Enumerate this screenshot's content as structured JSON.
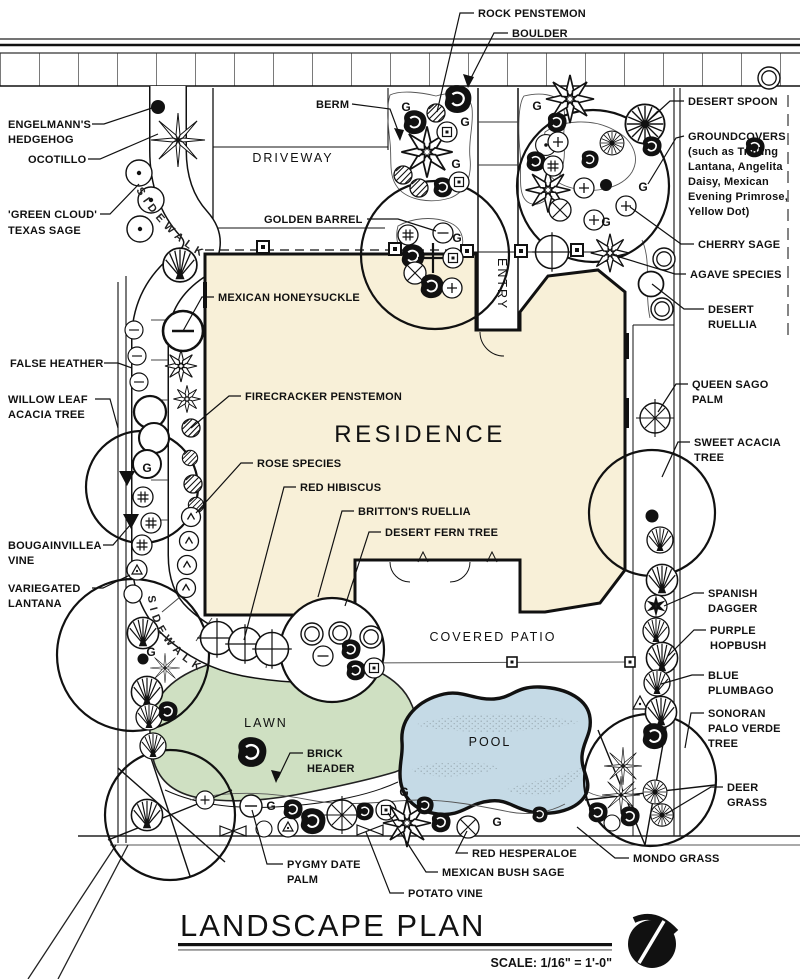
{
  "titleblock": {
    "title": "LANDSCAPE PLAN",
    "scale": "SCALE: 1/16\" = 1'-0\""
  },
  "plan": {
    "areas": {
      "residence": "RESIDENCE",
      "driveway": "DRIVEWAY",
      "entry": "ENTRY",
      "covered_patio": "COVERED PATIO",
      "lawn": "LAWN",
      "pool": "POOL",
      "sidewalk_upper": "SIDEWALK",
      "sidewalk_lower": "SIDEWALK"
    },
    "groundcover_marker": "G",
    "colors": {
      "residence_fill": "#f8f0d8",
      "lawn_fill": "#cfe0c2",
      "pool_fill": "#c5dae6",
      "line": "#111111"
    },
    "labels": [
      {
        "id": "engelmanns-hedgehog",
        "lines": [
          "ENGELMANN'S",
          "HEDGEHOG"
        ]
      },
      {
        "id": "ocotillo",
        "lines": [
          "OCOTILLO"
        ]
      },
      {
        "id": "green-cloud-texas-sage",
        "lines": [
          "'GREEN CLOUD'",
          "TEXAS SAGE"
        ]
      },
      {
        "id": "false-heather",
        "lines": [
          "FALSE HEATHER"
        ]
      },
      {
        "id": "willow-leaf-acacia-tree",
        "lines": [
          "WILLOW LEAF",
          "ACACIA TREE"
        ]
      },
      {
        "id": "bougainvillea-vine",
        "lines": [
          "BOUGAINVILLEA",
          "VINE"
        ]
      },
      {
        "id": "variegated-lantana",
        "lines": [
          "VARIEGATED",
          "LANTANA"
        ]
      },
      {
        "id": "mexican-honeysuckle",
        "lines": [
          "MEXICAN HONEYSUCKLE"
        ]
      },
      {
        "id": "golden-barrel",
        "lines": [
          "GOLDEN BARREL"
        ]
      },
      {
        "id": "berm",
        "lines": [
          "BERM"
        ]
      },
      {
        "id": "rock-penstemon",
        "lines": [
          "ROCK PENSTEMON"
        ]
      },
      {
        "id": "boulder",
        "lines": [
          "BOULDER"
        ]
      },
      {
        "id": "desert-spoon",
        "lines": [
          "DESERT SPOON"
        ]
      },
      {
        "id": "groundcovers",
        "lines": [
          "GROUNDCOVERS",
          "(such as Trailing",
          "Lantana, Angelita",
          "Daisy, Mexican",
          "Evening Primrose,",
          "Yellow Dot)"
        ]
      },
      {
        "id": "cherry-sage",
        "lines": [
          "CHERRY SAGE"
        ]
      },
      {
        "id": "agave-species",
        "lines": [
          "AGAVE SPECIES"
        ]
      },
      {
        "id": "desert-ruellia",
        "lines": [
          "DESERT",
          "RUELLIA"
        ]
      },
      {
        "id": "queen-sago-palm",
        "lines": [
          "QUEEN SAGO",
          "PALM"
        ]
      },
      {
        "id": "sweet-acacia-tree",
        "lines": [
          "SWEET ACACIA",
          "TREE"
        ]
      },
      {
        "id": "spanish-dagger",
        "lines": [
          "SPANISH",
          "DAGGER"
        ]
      },
      {
        "id": "purple-hopbush",
        "lines": [
          "PURPLE",
          "HOPBUSH"
        ]
      },
      {
        "id": "blue-plumbago",
        "lines": [
          "BLUE",
          "PLUMBAGO"
        ]
      },
      {
        "id": "sonoran-palo-verde-tree",
        "lines": [
          "SONORAN",
          "PALO VERDE",
          "TREE"
        ]
      },
      {
        "id": "deer-grass",
        "lines": [
          "DEER",
          "GRASS"
        ]
      },
      {
        "id": "mondo-grass",
        "lines": [
          "MONDO GRASS"
        ]
      },
      {
        "id": "firecracker-penstemon",
        "lines": [
          "FIRECRACKER PENSTEMON"
        ]
      },
      {
        "id": "rose-species",
        "lines": [
          "ROSE SPECIES"
        ]
      },
      {
        "id": "red-hibiscus",
        "lines": [
          "RED HIBISCUS"
        ]
      },
      {
        "id": "brittons-ruellia",
        "lines": [
          "BRITTON'S RUELLIA"
        ]
      },
      {
        "id": "desert-fern-tree",
        "lines": [
          "DESERT FERN TREE"
        ]
      },
      {
        "id": "brick-header",
        "lines": [
          "BRICK",
          "HEADER"
        ]
      },
      {
        "id": "pygmy-date-palm",
        "lines": [
          "PYGMY DATE",
          "PALM"
        ]
      },
      {
        "id": "potato-vine",
        "lines": [
          "POTATO VINE"
        ]
      },
      {
        "id": "mexican-bush-sage",
        "lines": [
          "MEXICAN BUSH SAGE"
        ]
      },
      {
        "id": "red-hesperaloe",
        "lines": [
          "RED HESPERALOE"
        ]
      }
    ]
  }
}
